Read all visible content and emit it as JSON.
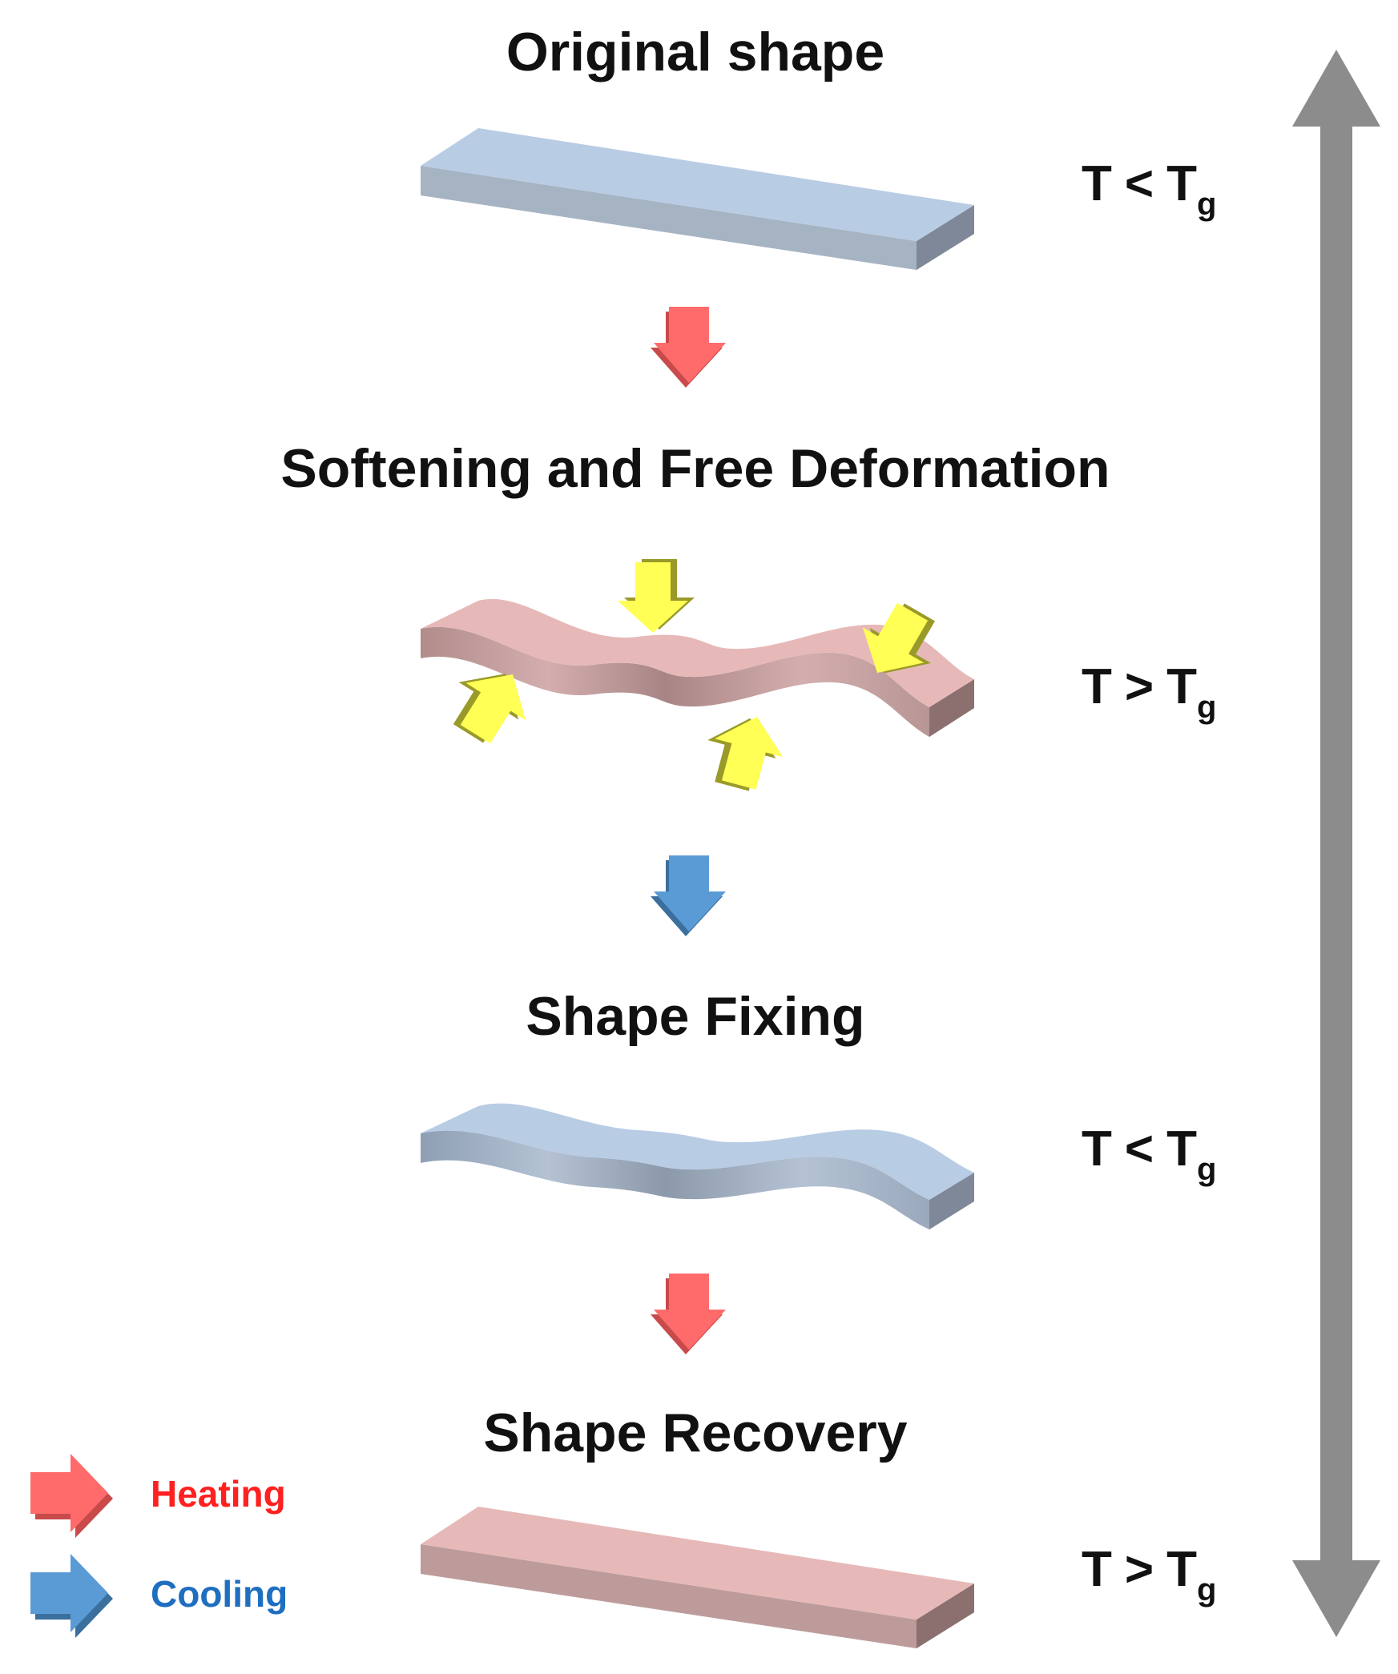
{
  "stages": [
    {
      "title": "Original shape",
      "temperature": {
        "symbol": "T",
        "relation": "<",
        "ref": "T",
        "sub": "g"
      }
    },
    {
      "title": "Softening and Free Deformation",
      "temperature": {
        "symbol": "T",
        "relation": ">",
        "ref": "T",
        "sub": "g"
      }
    },
    {
      "title": "Shape Fixing",
      "temperature": {
        "symbol": "T",
        "relation": "<",
        "ref": "T",
        "sub": "g"
      }
    },
    {
      "title": "Shape Recovery",
      "temperature": {
        "symbol": "T",
        "relation": ">",
        "ref": "T",
        "sub": "g"
      }
    }
  ],
  "transitions": [
    "heating",
    "cooling",
    "heating"
  ],
  "legend": {
    "heating": {
      "label": "Heating",
      "color": "#ff2020"
    },
    "cooling": {
      "label": "Cooling",
      "color": "#1f6fc0"
    }
  },
  "colors": {
    "cold_bar": "#b8cce4",
    "hot_bar": "#e6b9b8",
    "heating_arrow": "#ff6b6b",
    "cooling_arrow": "#5b9bd5",
    "force_arrow": "#ffff55",
    "cycle_arrow": "#8c8c8c"
  },
  "icons": [
    "heating-arrow-icon",
    "cooling-arrow-icon",
    "force-arrow-icon",
    "cycle-double-arrow-icon"
  ]
}
